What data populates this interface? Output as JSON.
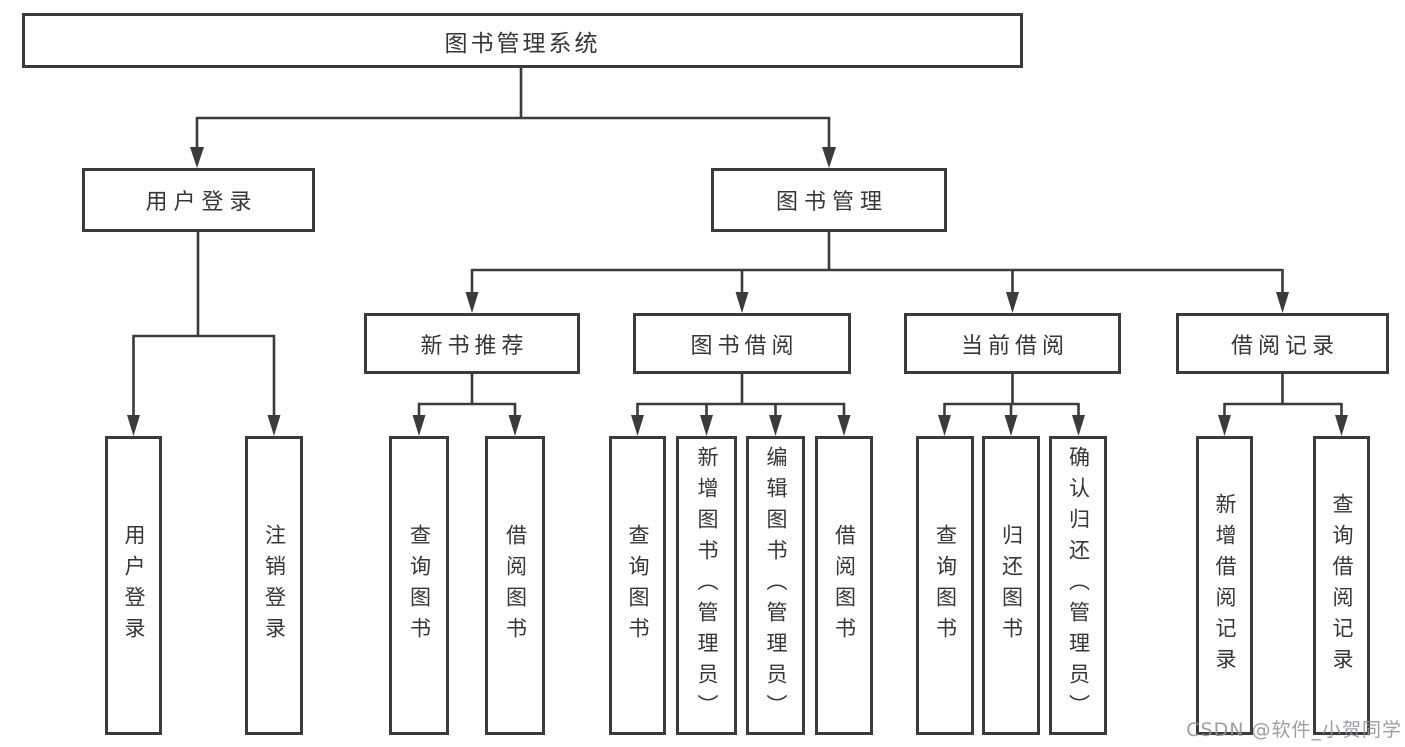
{
  "tree": {
    "root": "图书管理系统",
    "level2": [
      "用户登录",
      "图书管理"
    ],
    "level3": [
      "新书推荐",
      "图书借阅",
      "当前借阅",
      "借阅记录"
    ],
    "leaves_login": [
      "用户登录",
      "注销登录"
    ],
    "leaves_newbook": [
      "查询图书",
      "借阅图书"
    ],
    "leaves_borrow": [
      "查询图书",
      "新增图书（管理员）",
      "编辑图书（管理员）",
      "借阅图书"
    ],
    "leaves_current": [
      "查询图书",
      "归还图书",
      "确认归还（管理员）"
    ],
    "leaves_record": [
      "新增借阅记录",
      "查询借阅记录"
    ]
  },
  "watermark": "CSDN @软件_小贺同学",
  "colors": {
    "line": "#3b3b3b",
    "text": "#36363b",
    "box_fill": "#ffffff",
    "watermark": "#94949b"
  }
}
